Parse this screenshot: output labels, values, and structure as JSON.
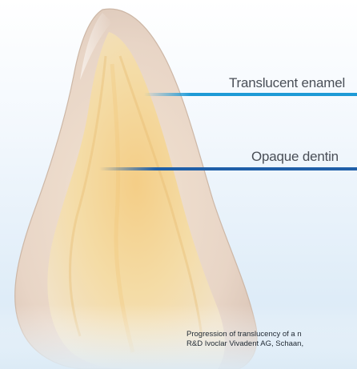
{
  "labels": {
    "enamel": {
      "text": "Translucent enamel",
      "color": "#1e9ad6"
    },
    "dentin": {
      "text": "Opaque dentin",
      "color": "#1f5fa8"
    }
  },
  "caption": {
    "line1": "Progression of translucency of a n",
    "line2": "R&D Ivoclar Vivadent AG, Schaan,"
  },
  "colors": {
    "background": "#e3eff9",
    "tooth_outer": "#e6d2c2",
    "tooth_core": "#f1d48e",
    "label_text": "#4a4f57"
  }
}
